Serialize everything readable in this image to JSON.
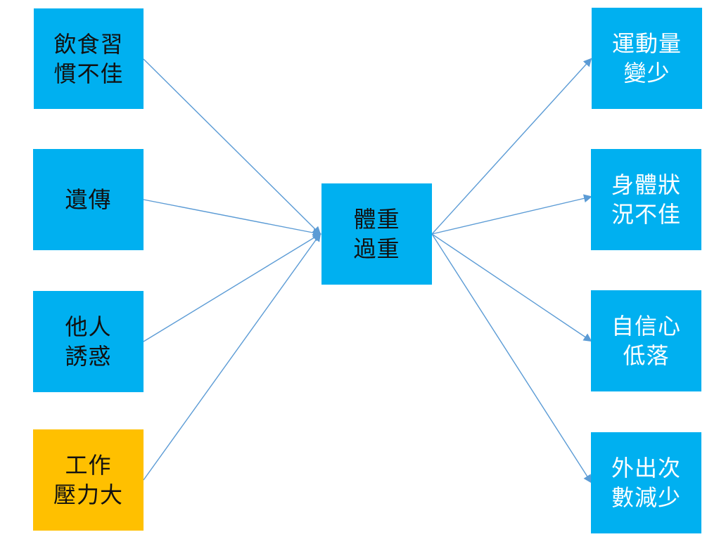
{
  "diagram": {
    "center": {
      "label": "體重\n過重",
      "fill": "#00b0f0",
      "text_color": "#111111"
    },
    "causes": [
      {
        "label": "飲食習\n慣不佳",
        "fill": "#00b0f0",
        "text_color": "#111111"
      },
      {
        "label": "遺傳",
        "fill": "#00b0f0",
        "text_color": "#111111"
      },
      {
        "label": "他人\n誘惑",
        "fill": "#00b0f0",
        "text_color": "#111111"
      },
      {
        "label": "工作\n壓力大",
        "fill": "#ffc000",
        "text_color": "#111111"
      }
    ],
    "effects": [
      {
        "label": "運動量\n變少",
        "fill": "#00b0f0",
        "text_color": "#ffffff"
      },
      {
        "label": "身體狀\n況不佳",
        "fill": "#00b0f0",
        "text_color": "#ffffff"
      },
      {
        "label": "自信心\n低落",
        "fill": "#00b0f0",
        "text_color": "#ffffff"
      },
      {
        "label": "外出次\n數減少",
        "fill": "#00b0f0",
        "text_color": "#ffffff"
      }
    ],
    "connector_color": "#5b9bd5"
  }
}
